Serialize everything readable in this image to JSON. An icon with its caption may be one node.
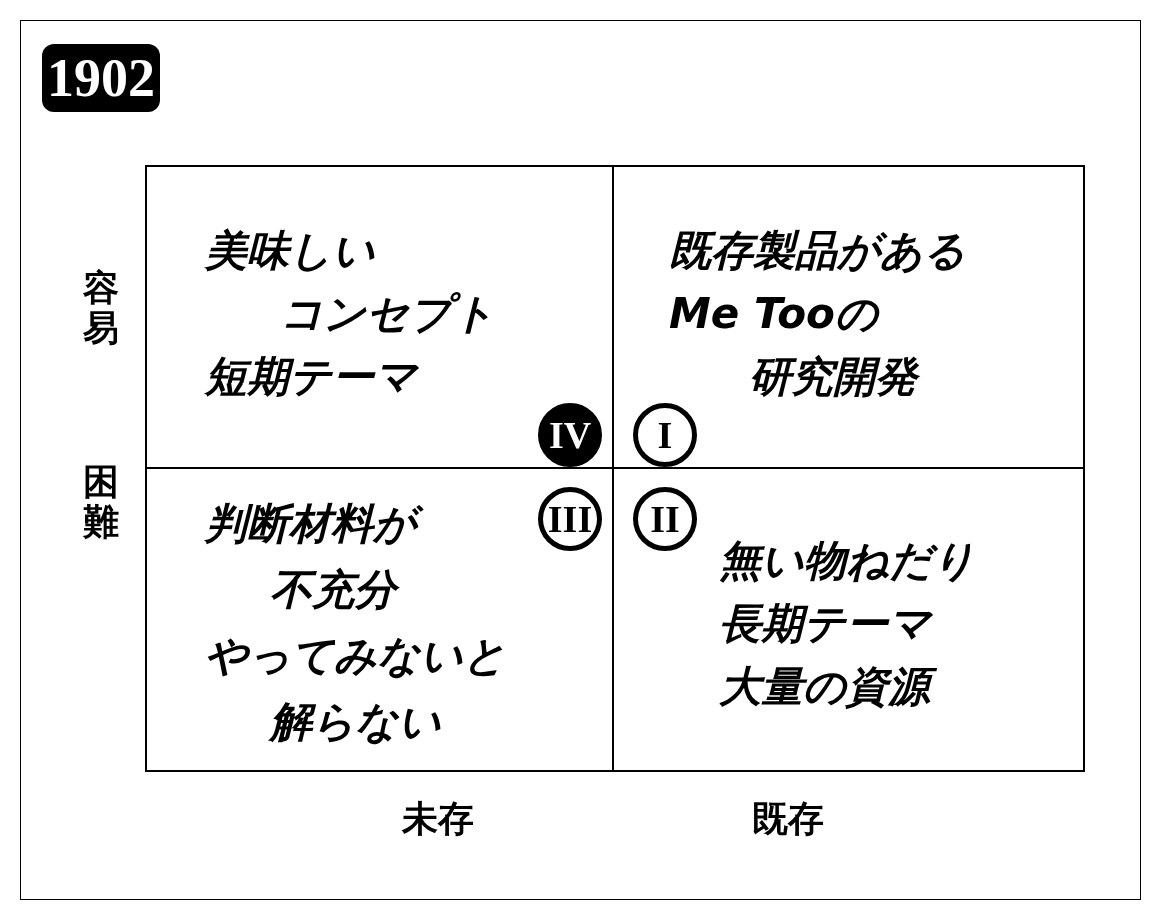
{
  "diagram": {
    "title": "1902",
    "nodes": [
      {
        "text": [
          "美味しいコンセプト短期テーマ"
        ]
      },
      {
        "text": [
          "IV"
        ],
        "in": 0
      },
      {
        "text": [
          "既存製品があるMe Tooの研究開発"
        ]
      },
      {
        "text": [
          "I"
        ],
        "in": 2
      },
      {
        "text": [
          "判断材料が不充分やってみないと解らない"
        ]
      },
      {
        "text": [
          "III"
        ],
        "in": 4
      },
      {
        "text": [
          "無い物ねだり長期テーマ大量の資源"
        ]
      },
      {
        "text": [
          "II"
        ],
        "in": 6
      }
    ],
    "labels": [
      "容易",
      "困難",
      "未存",
      "既存"
    ]
  }
}
